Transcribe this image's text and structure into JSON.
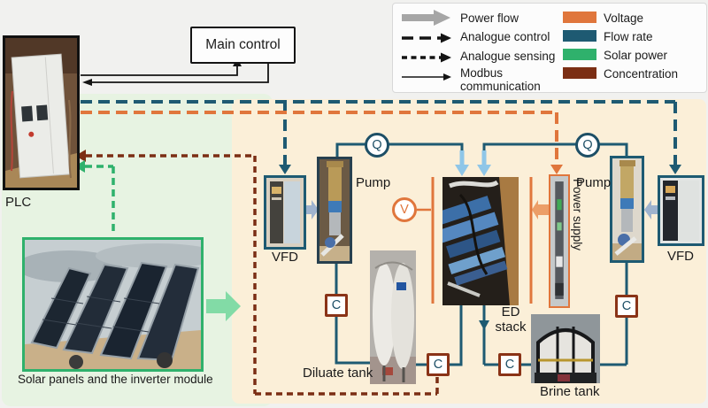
{
  "figure": {
    "legend": {
      "line_items": [
        {
          "label": "Power flow",
          "icon": "power-flow-arrow"
        },
        {
          "label": "Analogue control",
          "icon": "long-dash-arrow"
        },
        {
          "label": "Analogue sensing",
          "icon": "short-dash-arrow"
        },
        {
          "label": "Modbus communication",
          "icon": "thin-arrow"
        }
      ],
      "color_items": [
        {
          "label": "Voltage",
          "color": "#e0763c"
        },
        {
          "label": "Flow rate",
          "color": "#1e5a72"
        },
        {
          "label": "Solar power",
          "color": "#2fb16c"
        },
        {
          "label": "Concentration",
          "color": "#7b2e14"
        }
      ]
    },
    "nodes": {
      "main_control": "Main control",
      "plc": "PLC",
      "solar": "Solar panels and the inverter module",
      "vfd_left": "VFD",
      "vfd_right": "VFD",
      "pump_left": "Pump",
      "pump_right": "Pump",
      "power_supply": "Power supply",
      "ed_stack": "ED stack",
      "diluate_tank": "Diluate tank",
      "brine_tank": "Brine tank"
    },
    "sensors": {
      "flow": "Q",
      "voltage": "V",
      "concentration": "C"
    },
    "colors": {
      "voltage": "#e0763c",
      "flow_rate": "#1e5a72",
      "solar_power": "#2fb16c",
      "concentration": "#7b2e14",
      "panel_left": "#e7f3e2",
      "panel_right": "#fbefd8"
    }
  }
}
